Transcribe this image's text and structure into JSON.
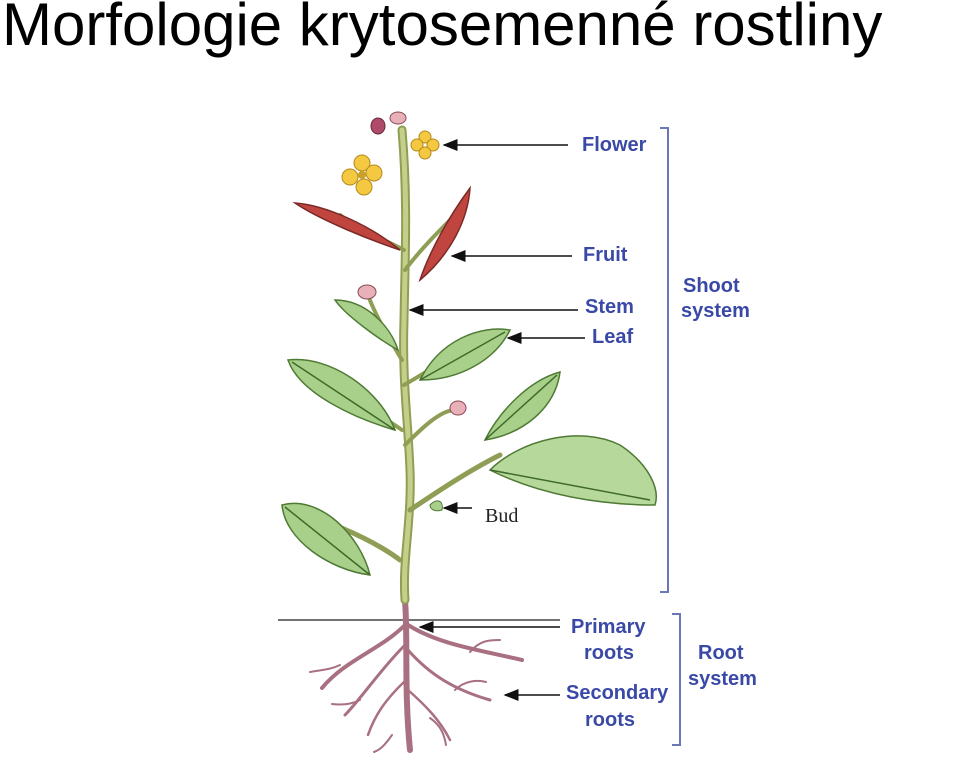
{
  "title": "Morfologie krytosemenné rostliny",
  "labels": {
    "flower": "Flower",
    "fruit": "Fruit",
    "stem": "Stem",
    "leaf": "Leaf",
    "bud": "Bud",
    "primary_roots_1": "Primary",
    "primary_roots_2": "roots",
    "secondary_roots_1": "Secondary",
    "secondary_roots_2": "roots",
    "shoot_system_1": "Shoot",
    "shoot_system_2": "system",
    "root_system_1": "Root",
    "root_system_2": "system"
  },
  "colors": {
    "label": "#3a49a6",
    "leaf": "#a9d08a",
    "leaf_vein": "#3f6a2a",
    "stem": "#b7a978",
    "petal": "#f5c842",
    "fruit": "#c0453f",
    "root": "#a06a7a"
  }
}
